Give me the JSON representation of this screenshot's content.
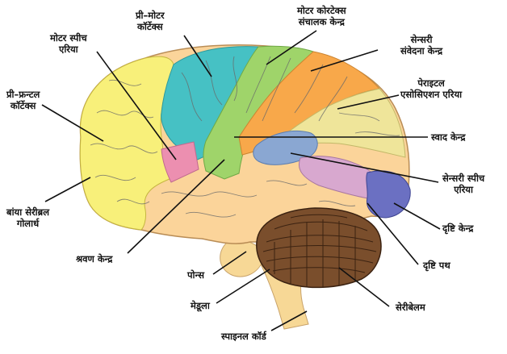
{
  "labels": {
    "pre_motor": "प्री–मोटर\nकॉर्टेक्स",
    "motor_control": "मोटर कोरटेक्स\nसंचालक केन्द्र",
    "motor_speech": "मोटर स्पीच\nएरिया",
    "sensory_center": "सेन्सरी\nसंवेदना केन्द्र",
    "pre_frontal": "प्री–फ्रन्टल\nकॉर्टेक्स",
    "parietal": "पेराइटल\nएसोसिएशन एरिया",
    "taste": "स्वाद केन्द्र",
    "left_hemisphere": "बांया सेरीब्रल\nगोलार्ध",
    "sensory_speech": "सेन्सरी स्पीच\nएरिया",
    "visual_center": "दृष्टि केन्द्र",
    "hearing": "श्रवण केन्द्र",
    "optic_path": "दृष्टि पथ",
    "pons": "पोन्स",
    "medulla": "मेडूला",
    "cerebellum": "सेरीबेलम",
    "spinal_cord": "स्पाइनल कॉर्ड"
  },
  "colors": {
    "frontal": "#f8f07a",
    "premotor": "#46c1c4",
    "motor_speech": "#ec8fb0",
    "motor": "#9fd46a",
    "sensory": "#f8a84a",
    "parietal": "#efe59a",
    "temporal": "#fbd49a",
    "taste": "#8aa7d2",
    "sensory_speech": "#d8a8cf",
    "visual": "#6b70c2",
    "cerebellum": "#7a4e2c",
    "brainstem": "#f7d896",
    "line": "#111111"
  }
}
